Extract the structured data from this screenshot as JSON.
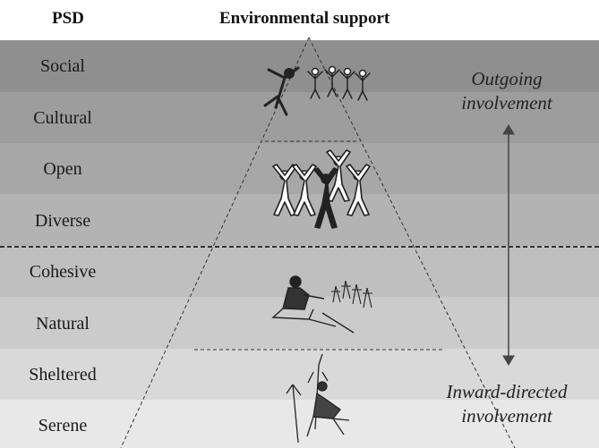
{
  "headers": {
    "psd": "PSD",
    "environmental_support": "Environmental support"
  },
  "psd_levels": [
    {
      "label": "Social"
    },
    {
      "label": "Cultural"
    },
    {
      "label": "Open"
    },
    {
      "label": "Diverse"
    },
    {
      "label": "Cohesive"
    },
    {
      "label": "Natural"
    },
    {
      "label": "Sheltered"
    },
    {
      "label": "Serene"
    }
  ],
  "involvement": {
    "outgoing_line1": "Outgoing",
    "outgoing_line2": "involvement",
    "inward_line1": "Inward-directed",
    "inward_line2": "involvement"
  },
  "band_colors": [
    "#8f8f8f",
    "#9d9d9d",
    "#a7a7a7",
    "#b3b3b3",
    "#bfbfbf",
    "#cbcbcb",
    "#d9d9d9",
    "#e8e8e8"
  ]
}
